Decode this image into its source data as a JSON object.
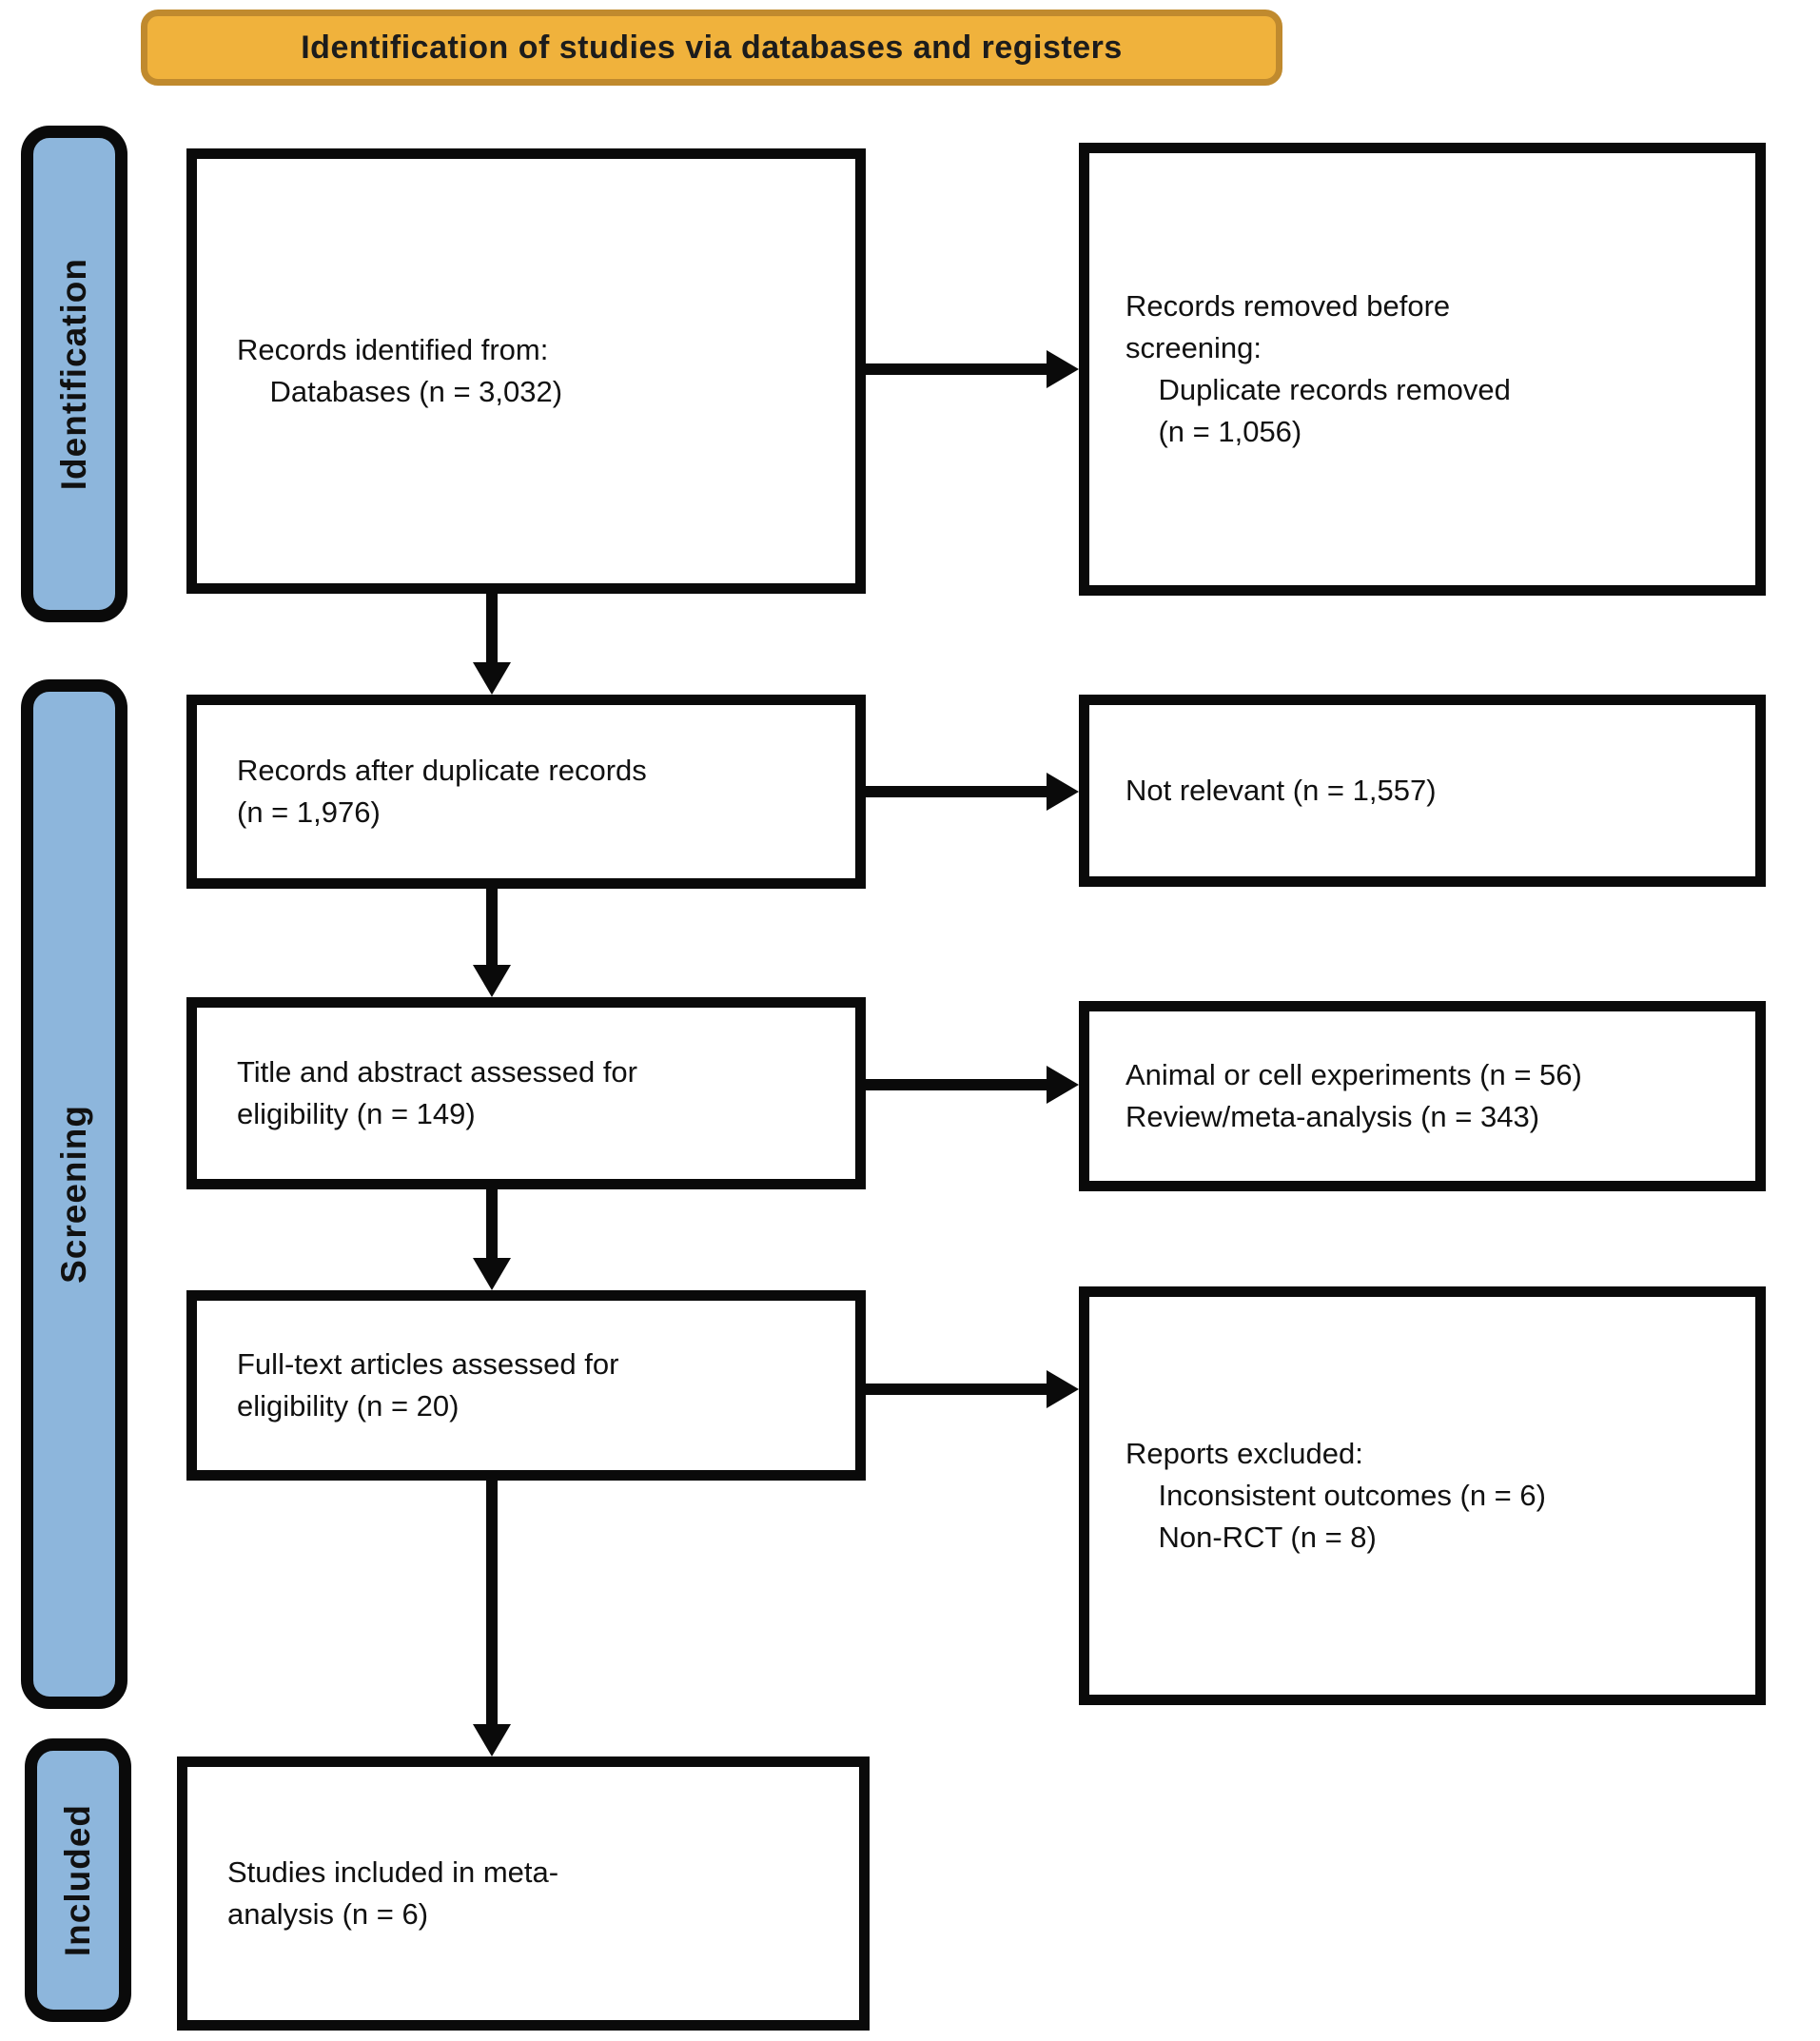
{
  "banner": {
    "title": "Identification of studies via databases and registers"
  },
  "stages": {
    "identification": "Identification",
    "screening": "Screening",
    "included": "Included"
  },
  "boxes": {
    "records_identified": "Records identified from:\n    Databases (n = 3,032)",
    "records_removed": "Records removed before\nscreening:\n    Duplicate records removed\n    (n = 1,056)",
    "records_after_duplicates": "Records after duplicate records\n(n = 1,976)",
    "not_relevant": "Not relevant (n = 1,557)",
    "title_abstract_assessed": "Title and abstract assessed for\neligibility (n = 149)",
    "animal_cell_review": "Animal or cell experiments (n = 56)\nReview/meta-analysis (n = 343)",
    "full_text_assessed": "Full-text articles assessed for\neligibility (n = 20)",
    "reports_excluded": "Reports excluded:\n    Inconsistent outcomes (n = 6)\n    Non-RCT (n = 8)",
    "studies_included": "Studies included in meta-\nanalysis (n = 6)"
  },
  "counts": {
    "databases": 3032,
    "duplicates_removed": 1056,
    "after_duplicates": 1976,
    "not_relevant": 1557,
    "title_abstract_assessed": 149,
    "animal_or_cell": 56,
    "review_meta_analysis": 343,
    "full_text_assessed": 20,
    "inconsistent_outcomes": 6,
    "non_rct": 8,
    "included_meta_analysis": 6
  },
  "colors": {
    "banner_fill": "#F0B23C",
    "banner_border": "#C08A2E",
    "stage_fill": "#8DB6DC",
    "ink": "#0a0a0a"
  }
}
